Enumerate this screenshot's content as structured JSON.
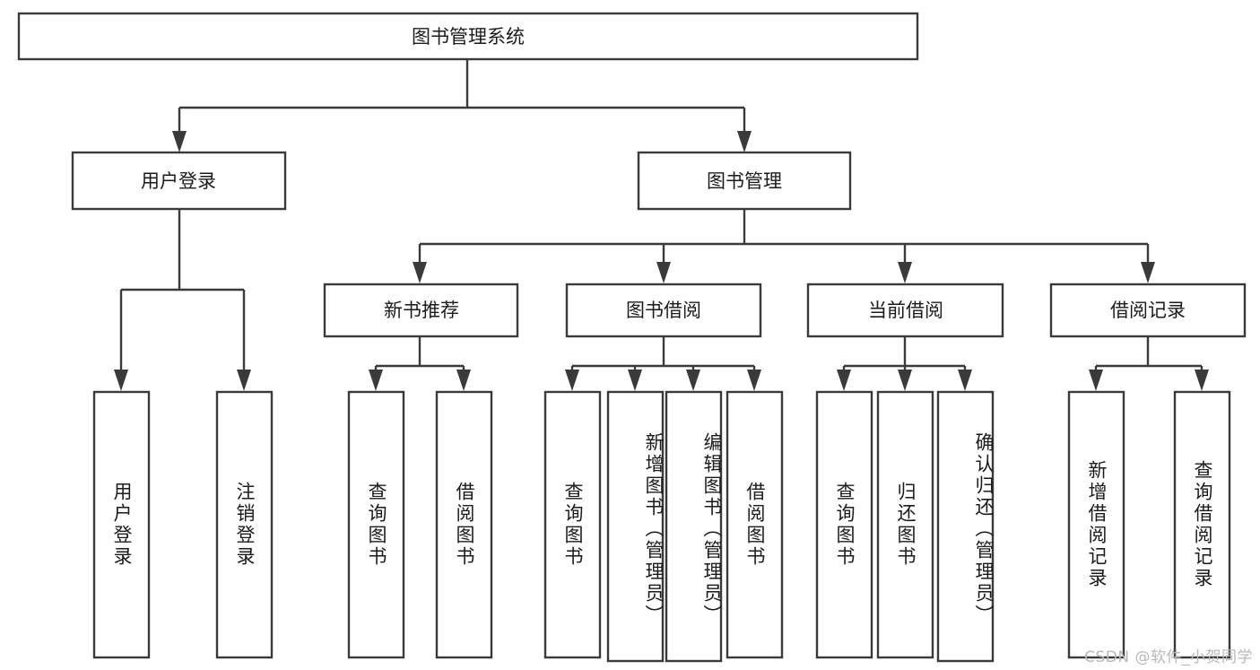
{
  "diagram": {
    "title": "图书管理系统",
    "type": "tree-hierarchy-diagram",
    "colors": {
      "box_stroke": "#3a3a3a",
      "box_fill": "#ffffff",
      "text": "#1b1b1b",
      "watermark": "#b9b9b9",
      "background": "#ffffff"
    },
    "root": {
      "label": "图书管理系统"
    },
    "level2": [
      {
        "label": "用户登录"
      },
      {
        "label": "图书管理"
      }
    ],
    "level3": [
      {
        "label": "新书推荐"
      },
      {
        "label": "图书借阅"
      },
      {
        "label": "当前借阅"
      },
      {
        "label": "借阅记录"
      }
    ],
    "leaves": {
      "user_login": [
        {
          "label": "用户登录"
        },
        {
          "label": "注销登录"
        }
      ],
      "new_book_recommend": [
        {
          "label": "查询图书"
        },
        {
          "label": "借阅图书"
        }
      ],
      "book_borrow": [
        {
          "label": "查询图书"
        },
        {
          "label": "新增图书（管理员）"
        },
        {
          "label": "编辑图书（管理员）"
        },
        {
          "label": "借阅图书"
        }
      ],
      "current_borrow": [
        {
          "label": "查询图书"
        },
        {
          "label": "归还图书"
        },
        {
          "label": "确认归还（管理员）"
        }
      ],
      "borrow_record": [
        {
          "label": "新增借阅记录"
        },
        {
          "label": "查询借阅记录"
        }
      ]
    },
    "watermark": "CSDN @软件_小贺同学"
  }
}
